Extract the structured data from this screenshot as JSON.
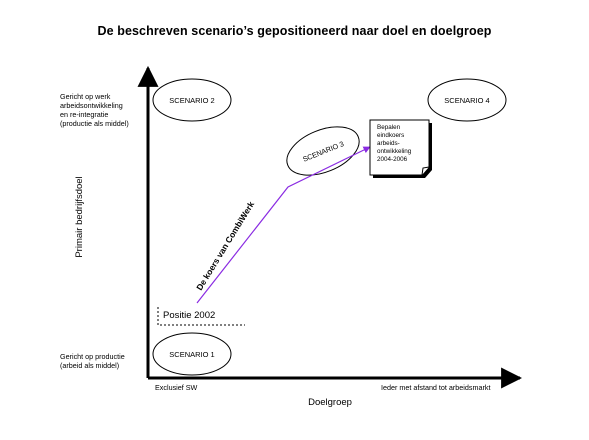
{
  "title": "De beschreven scenario’s gepositioneerd naar doel en doelgroep",
  "y_axis": {
    "label": "Primair bedrijfsdoel",
    "top_label": [
      "Gericht op werk",
      "arbeidsontwikkeling",
      "en re-integratie",
      "(productie als middel)"
    ],
    "bottom_label": [
      "Gericht op productie",
      "(arbeid als middel)"
    ]
  },
  "x_axis": {
    "label": "Doelgroep",
    "left_label": "Exclusief SW",
    "right_label": "Ieder met afstand tot arbeidsmarkt"
  },
  "scenarios": {
    "s1": "SCENARIO 1",
    "s2": "SCENARIO 2",
    "s3": "SCENARIO 3",
    "s4": "SCENARIO 4"
  },
  "position_label": "Positie 2002",
  "route_label": "De koers van CombiWerk",
  "note": [
    "Bepalen",
    "eindkoers",
    "arbeids-",
    "ontwikkeling",
    "2004-2006"
  ],
  "colors": {
    "route": "#8a2be2",
    "axis": "#000000"
  }
}
